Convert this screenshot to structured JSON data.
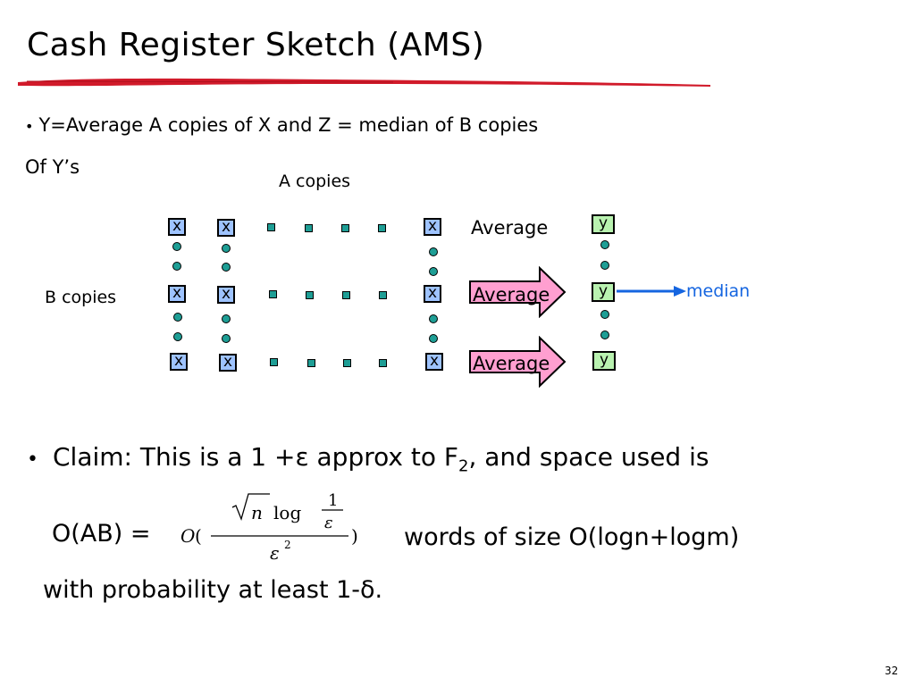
{
  "slide": {
    "title": "Cash Register Sketch (AMS)",
    "bullet_symbol": "•",
    "bullet1_text": "Y=Average A copies of X and Z = median of B copies",
    "bullet1_cont": "Of Y’s",
    "page_number": "32"
  },
  "diagram": {
    "a_copies_label": "A copies",
    "b_copies_label": "B copies",
    "x_label": "x",
    "y_label": "y",
    "average_label": "Average",
    "median_label": "median"
  },
  "claim": {
    "bullet_symbol": "•",
    "text_before": "Claim: This is a  1 +ε approx to F",
    "subscript": "2",
    "text_after": ", and space used is",
    "oab_label": "O(AB) =",
    "formula": {
      "O": "O",
      "open_paren": "(",
      "close_paren": ")",
      "sqrt_n": "n",
      "log": "log",
      "one": "1",
      "eps_inner": "ε",
      "eps_denom": "ε",
      "exp": "2"
    },
    "words_text": "words of size O(logn+logm)",
    "prob_text": "with probability at least  1-δ."
  },
  "colors": {
    "x_fill": "#9ec3ff",
    "y_fill": "#b9f2b0",
    "arrow_fill": "#ff9fd0",
    "dot_fill": "#1e9e95",
    "median_color": "#1565e0",
    "underline_red": "#d11a2a"
  }
}
